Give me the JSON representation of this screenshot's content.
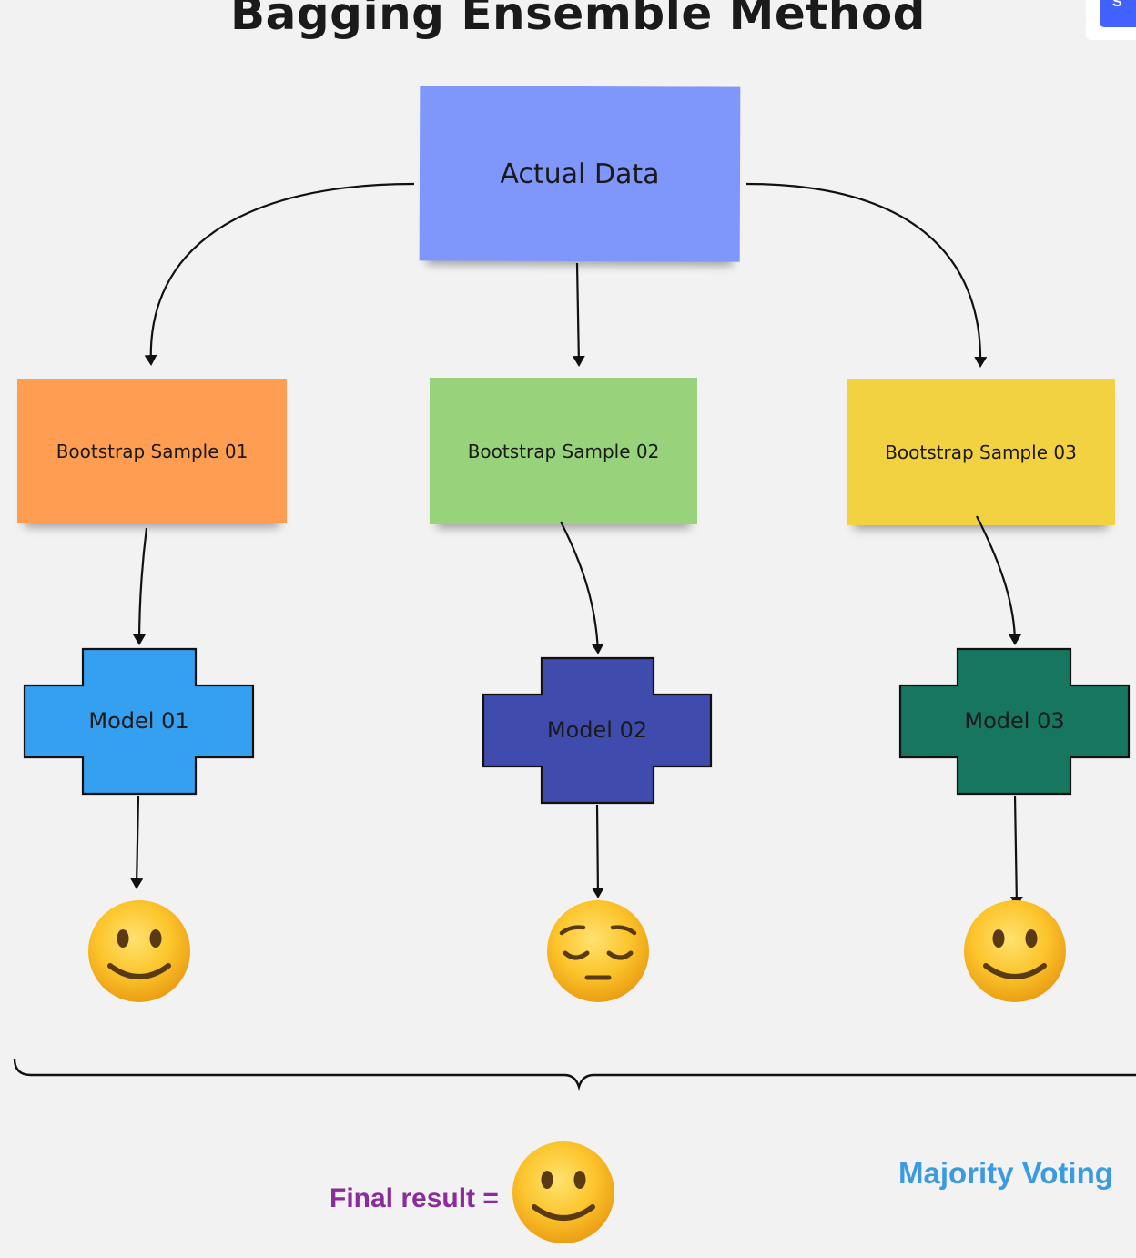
{
  "title": "Bagging Ensemble Method",
  "corner_button": {
    "label": "S"
  },
  "root": {
    "label": "Actual Data",
    "color": "#7f96fb"
  },
  "samples": [
    {
      "label": "Bootstrap Sample 01",
      "color": "#ff9d52"
    },
    {
      "label": "Bootstrap Sample 02",
      "color": "#98d27a"
    },
    {
      "label": "Bootstrap Sample 03",
      "color": "#f3d241"
    }
  ],
  "models": [
    {
      "label": "Model 01",
      "color": "#359ff0",
      "outcome_icon": "slightly-smiling-face-icon"
    },
    {
      "label": "Model 02",
      "color": "#3f4bad",
      "outcome_icon": "pensive-face-icon"
    },
    {
      "label": "Model 03",
      "color": "#177660",
      "outcome_icon": "slightly-smiling-face-icon"
    }
  ],
  "final": {
    "label": "Final result =",
    "icon": "slightly-smiling-face-icon",
    "label_color": "#8a2c9e"
  },
  "aggregation": {
    "label": "Majority Voting",
    "color": "#3b9be0"
  }
}
